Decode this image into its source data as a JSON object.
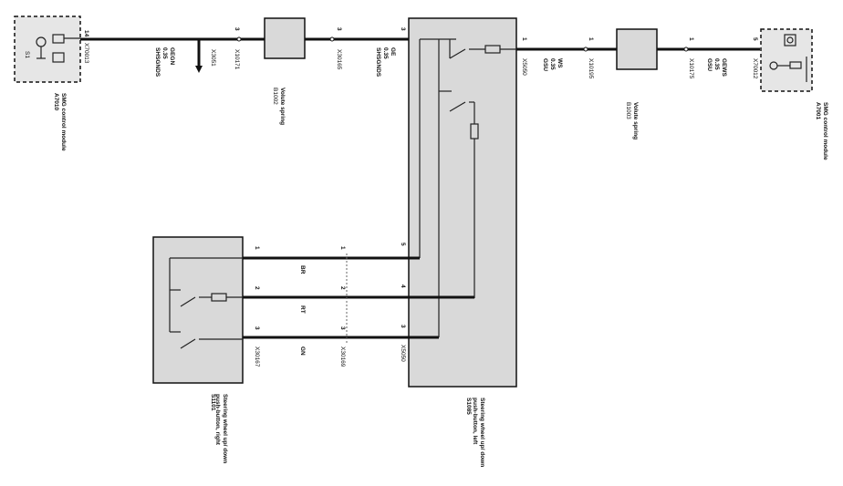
{
  "components": {
    "a7010": {
      "id": "A7010",
      "name": "SMG control module",
      "pin": "14",
      "connector": "X70013"
    },
    "a7001": {
      "id": "A7001",
      "name": "SMG control module",
      "pin": "5",
      "connector": "X70012"
    },
    "s1": {
      "id": "S1"
    },
    "b1002": {
      "id": "B1002",
      "name": "Volute spring"
    },
    "b1003": {
      "id": "B1003",
      "name": "Volute spring"
    },
    "s1085": {
      "id": "S1085",
      "name": "Steering wheel up/ down push-button, left"
    },
    "s1101": {
      "id": "S1101",
      "name": "Steering wheel up/ down push-button, right"
    }
  },
  "wires": {
    "left_top": {
      "signal": "SHSGNDS",
      "size": "0.35",
      "color": "GEGN"
    },
    "mid_top": {
      "signal": "SHSGNDS",
      "size": "0.35",
      "color": "GE"
    },
    "right_top_a": {
      "signal": "GSU",
      "size": "0.35",
      "color": "WS"
    },
    "right_top_b": {
      "signal": "GSU",
      "size": "0.35",
      "color": "GEWS"
    },
    "bundle": [
      "BR",
      "RT",
      "GN"
    ]
  },
  "connectors": {
    "x3051": "X3051",
    "x10171": "X10171",
    "x30165": "X30165",
    "x5050": "X5050",
    "x10195": "X10195",
    "x10175": "X10175",
    "x30167": "X30167",
    "x30169": "X30169",
    "x5050b": "X5050"
  },
  "pins": {
    "p1": "1",
    "p2": "2",
    "p3": "3",
    "p4": "4",
    "p5": "5"
  }
}
